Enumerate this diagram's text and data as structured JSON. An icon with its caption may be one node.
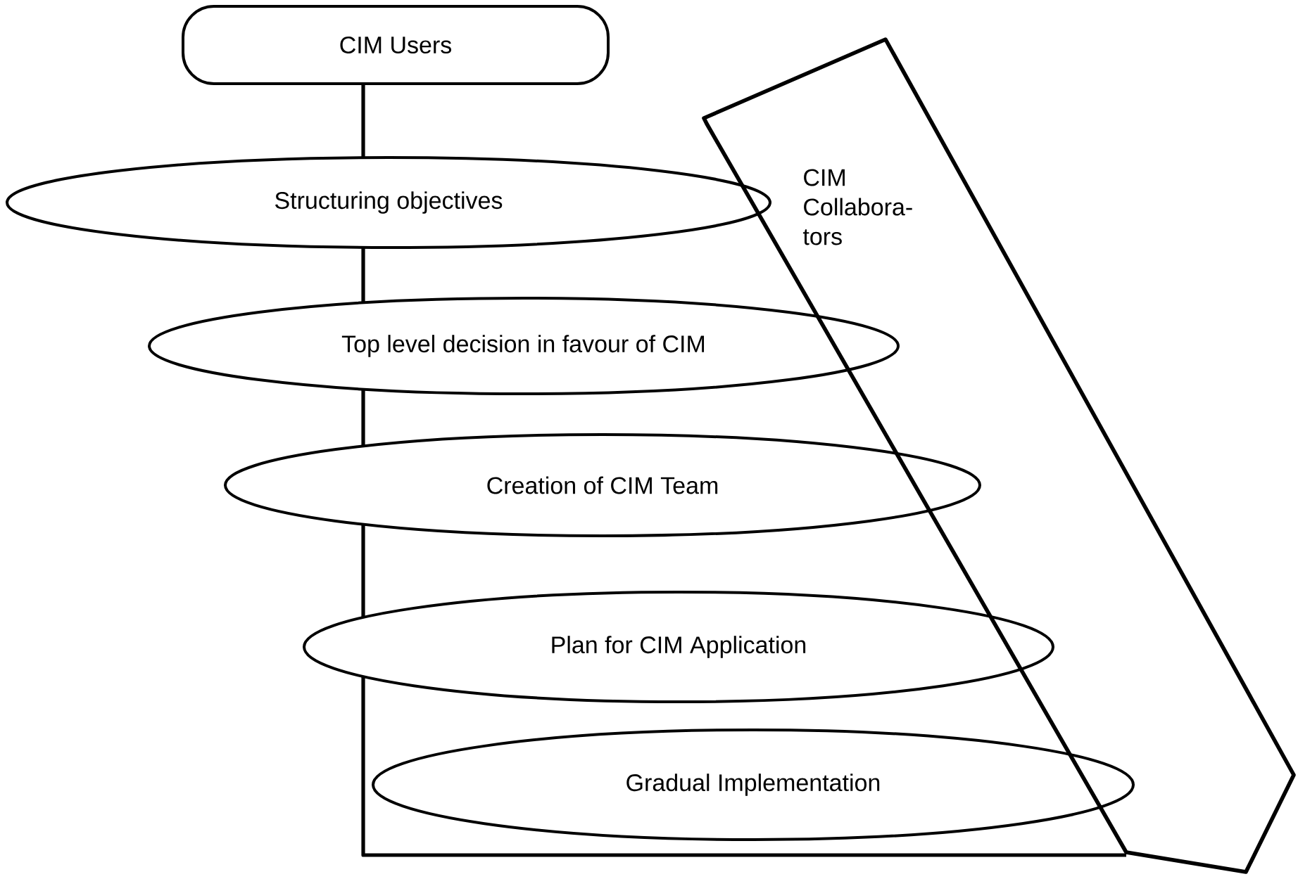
{
  "diagram": {
    "nodes": [
      {
        "text": [
          "CIM Users"
        ]
      },
      {
        "text": [
          "Structuring objectives"
        ]
      },
      {
        "text": [
          "Top level decision in favour of CIM"
        ]
      },
      {
        "text": [
          "Creation of CIM Team"
        ]
      },
      {
        "text": [
          "Plan for CIM Application"
        ]
      },
      {
        "text": [
          "Gradual Implementation"
        ]
      },
      {
        "text": [
          "CIM Collabora- tors"
        ]
      }
    ],
    "edges": [
      {
        "from": 0,
        "to": 1,
        "arrow": "none"
      },
      {
        "from": 1,
        "to": 2,
        "arrow": "none"
      },
      {
        "from": 2,
        "to": 3,
        "arrow": "none"
      },
      {
        "from": 3,
        "to": 4,
        "arrow": "none"
      },
      {
        "from": 4,
        "to": 6,
        "arrow": "none"
      }
    ]
  }
}
